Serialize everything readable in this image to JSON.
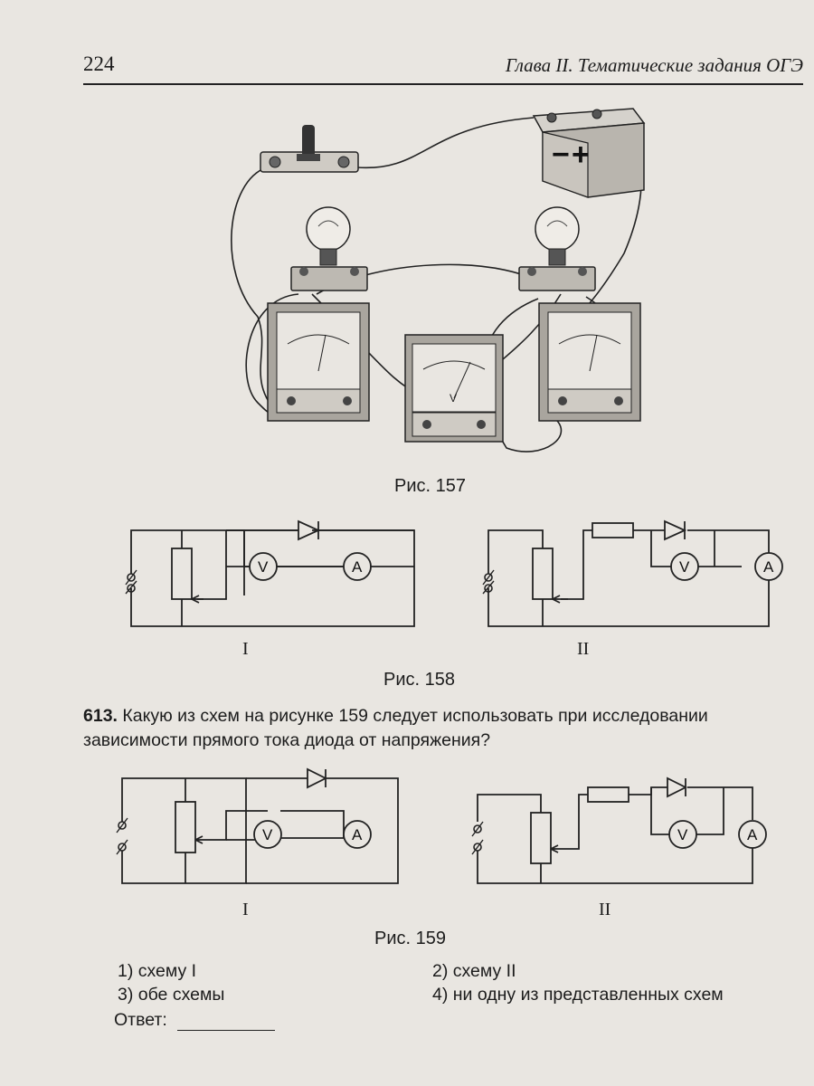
{
  "header": {
    "page_number": "224",
    "chapter_title": "Глава II. Тематические задания ОГЭ"
  },
  "figures": {
    "fig157_caption": "Рис. 157",
    "fig158_caption": "Рис. 158",
    "fig159_caption": "Рис. 159",
    "label_I": "I",
    "label_II": "II",
    "voltmeter_symbol": "V",
    "ammeter_symbol": "A",
    "battery_minus": "−",
    "battery_plus": "+"
  },
  "task": {
    "number": "613.",
    "text": "Какую из схем на рисунке 159 следует использовать при исследовании зависимости прямого тока диода от напряжения?"
  },
  "options": [
    {
      "label": "1) схему I"
    },
    {
      "label": "2) схему II"
    },
    {
      "label": "3) обе схемы"
    },
    {
      "label": "4) ни одну из представленных схем"
    }
  ],
  "answer": {
    "label": "Ответ:"
  }
}
